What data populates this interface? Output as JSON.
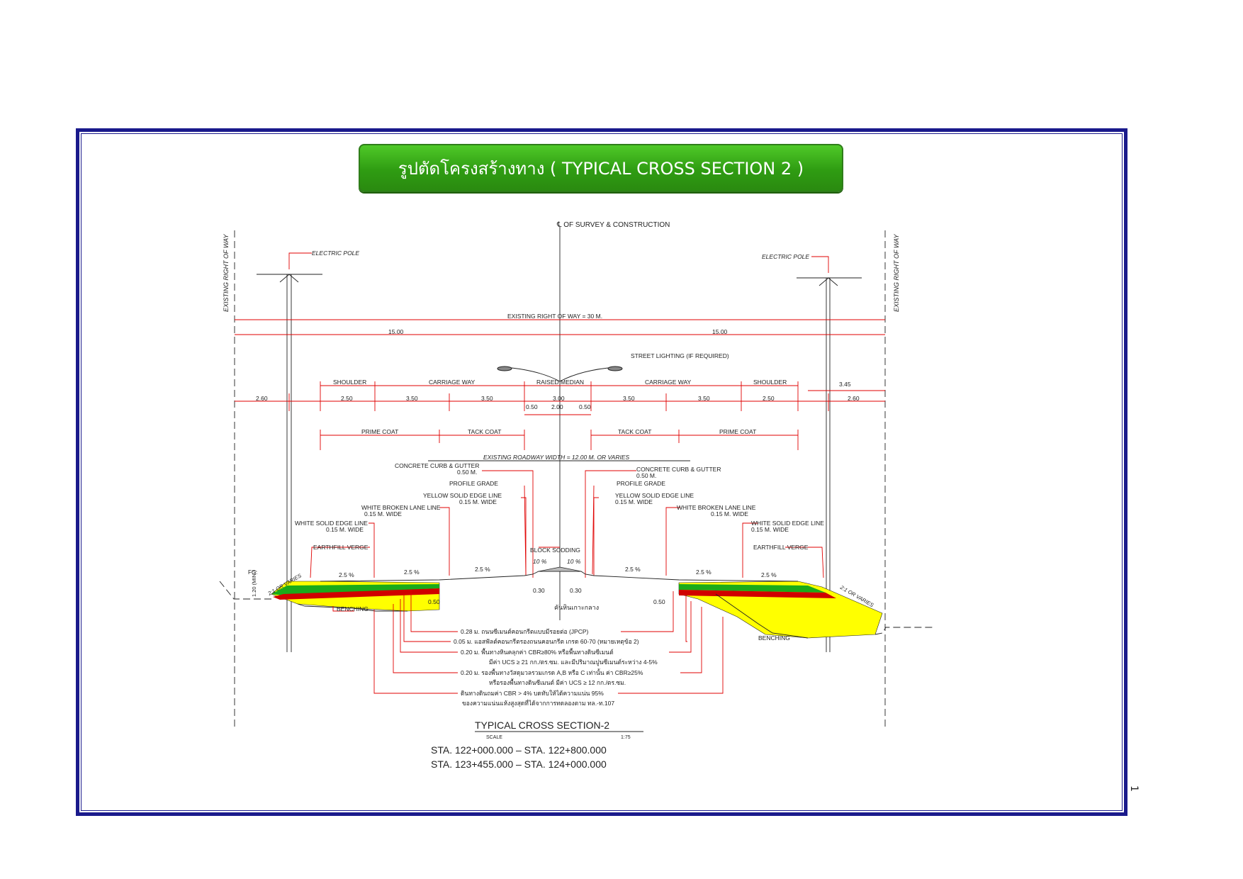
{
  "title": "รูปตัดโครงสร้างทาง ( TYPICAL CROSS SECTION 2 )",
  "page_number": "1",
  "colors": {
    "frame": "#1a1a8c",
    "banner": "#3aad1a",
    "dimension": "#e00000",
    "fill_yellow": "#ffff00",
    "fill_green": "#1aaa1a"
  },
  "drawing": {
    "centerline": "℄ OF SURVEY & CONSTRUCTION",
    "right_of_way_left": "EXISTING RIGHT OF WAY",
    "right_of_way_right": "EXISTING RIGHT OF WAY",
    "electric_pole_left": "ELECTRIC POLE",
    "electric_pole_right": "ELECTRIC POLE",
    "row_width": "EXISTING RIGHT OF WAY = 30 M.",
    "half_left": "15.00",
    "half_right": "15.00",
    "street_lighting": "STREET LIGHTING (IF REQUIRED)",
    "shoulder_left": "SHOULDER",
    "carriage_left": "CARRIAGE WAY",
    "raised_median": "RAISED MEDIAN",
    "carriage_right": "CARRIAGE WAY",
    "shoulder_right": "SHOULDER",
    "dim_260_left": "2.60",
    "dim_250_left": "2.50",
    "dim_350_a": "3.50",
    "dim_350_b": "3.50",
    "dim_300": "3.00",
    "dim_350_c": "3.50",
    "dim_350_d": "3.50",
    "dim_250_right": "2.50",
    "dim_345": "3.45",
    "dim_260_right": "2.60",
    "dim_050_a": "0.50",
    "dim_200": "2.00",
    "dim_050_b": "0.50",
    "prime_coat_left": "PRIME COAT",
    "tack_coat_left": "TACK COAT",
    "tack_coat_right": "TACK COAT",
    "prime_coat_right": "PRIME COAT",
    "existing_roadway": "EXISTING ROADWAY WIDTH = 12.00 M. OR VARIES",
    "curb_left": "CONCRETE CURB & GUTTER",
    "curb_left_w": "0.50 M.",
    "curb_right": "CONCRETE CURB & GUTTER",
    "curb_right_w": "0.50 M.",
    "profile_left": "PROFILE GRADE",
    "profile_right": "PROFILE GRADE",
    "yellow_left": "YELLOW SOLID EDGE LINE",
    "yellow_left_w": "0.15 M. WIDE",
    "yellow_right": "YELLOW SOLID EDGE LINE",
    "yellow_right_w": "0.15 M. WIDE",
    "white_broken_left": "WHITE BROKEN LANE LINE",
    "white_broken_left_w": "0.15 M. WIDE",
    "white_broken_right": "WHITE BROKEN LANE LINE",
    "white_broken_right_w": "0.15 M. WIDE",
    "white_solid_left": "WHITE SOLID EDGE LINE",
    "white_solid_left_w": "0.15 M. WIDE",
    "white_solid_right": "WHITE SOLID EDGE LINE",
    "white_solid_right_w": "0.15 M. WIDE",
    "earthfill_left": "EARTHFILL VERGE",
    "earthfill_right": "EARTHFILL VERGE",
    "block_sodding": "BLOCK SODDING",
    "slope_1": "2.5 %",
    "slope_2": "2.5 %",
    "slope_3": "2.5 %",
    "slope_4": "2.5 %",
    "slope_5": "2.5 %",
    "slope_6": "2.5 %",
    "median_slope_l": "10 %",
    "median_slope_r": "10 %",
    "fg": "FG.",
    "min_dim": "1.20 (MIN.)",
    "side_slope_left": "2:1 OR VARIES",
    "side_slope_right": "2:1 OR VARIES",
    "benching_left": "BENCHING",
    "benching_right": "BENCHING",
    "dim_030_l": "0.30",
    "dim_030_r": "0.30",
    "dim_050_c": "0.50",
    "dim_050_d": "0.50",
    "median_island": "คันหินเกาะกลาง",
    "layer_1": "0.28 ม. ถนนซีเมนต์คอนกรีตแบบมีรอยต่อ (JPCP)",
    "layer_2": "0.05 ม. แอสฟัลต์คอนกรีตรองถนนคอนกรีต เกรด 60-70 (หมายเหตุข้อ 2)",
    "layer_3": "0.20 ม. พื้นทางหินคลุกค่า CBR≥80% หรือพื้นทางดินซีเมนต์",
    "layer_3b": "มีค่า UCS ≥ 21 กก./ตร.ซม. และมีปริมาณปูนซีเมนต์ระหว่าง 4-5%",
    "layer_4": "0.20 ม. รองพื้นทางวัสดุมวลรวมเกรด A,B หรือ C เท่านั้น ค่า CBR≥25%",
    "layer_4b": "หรือรองพื้นทางดินซีเมนต์ มีค่า UCS ≥ 12 กก./ตร.ซม.",
    "layer_5": "ดินทางดินถมค่า CBR > 4% บดทับให้ได้ความแน่น 95%",
    "layer_5b": "ของความแน่นแห้งสูงสุดที่ได้จากการทดลองตาม ทล.-ท.107",
    "section_title": "TYPICAL CROSS SECTION-2",
    "scale_label": "SCALE",
    "scale_value": "1:75",
    "sta_1": "STA. 122+000.000 – STA. 122+800.000",
    "sta_2": "STA. 123+455.000 – STA. 124+000.000"
  }
}
